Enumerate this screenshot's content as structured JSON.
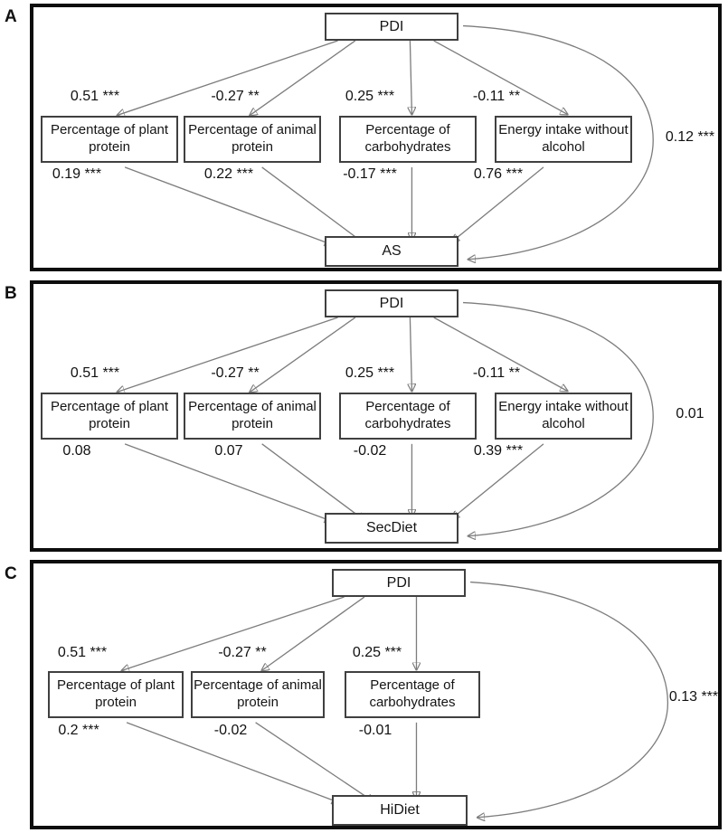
{
  "figure": {
    "panels": [
      {
        "label": "A",
        "predictor": "PDI",
        "outcome": "AS",
        "direct_effect": "0.12 ***",
        "mediators": [
          {
            "label": "Percentage of plant protein",
            "path_from_pdi": "0.51 ***",
            "path_to_outcome": "0.19 ***"
          },
          {
            "label": "Percentage of animal protein",
            "path_from_pdi": "-0.27 **",
            "path_to_outcome": "0.22 ***"
          },
          {
            "label": "Percentage of carbohydrates",
            "path_from_pdi": "0.25 ***",
            "path_to_outcome": "-0.17 ***"
          },
          {
            "label": "Energy intake without alcohol",
            "path_from_pdi": "-0.11 **",
            "path_to_outcome": "0.76 ***"
          }
        ]
      },
      {
        "label": "B",
        "predictor": "PDI",
        "outcome": "SecDiet",
        "direct_effect": "0.01",
        "mediators": [
          {
            "label": "Percentage of plant protein",
            "path_from_pdi": "0.51 ***",
            "path_to_outcome": "0.08"
          },
          {
            "label": "Percentage of animal protein",
            "path_from_pdi": "-0.27 **",
            "path_to_outcome": "0.07"
          },
          {
            "label": "Percentage of carbohydrates",
            "path_from_pdi": "0.25 ***",
            "path_to_outcome": "-0.02"
          },
          {
            "label": "Energy intake without alcohol",
            "path_from_pdi": "-0.11 **",
            "path_to_outcome": "0.39 ***"
          }
        ]
      },
      {
        "label": "C",
        "predictor": "PDI",
        "outcome": "HiDiet",
        "direct_effect": "0.13 ***",
        "mediators": [
          {
            "label": "Percentage of plant protein",
            "path_from_pdi": "0.51 ***",
            "path_to_outcome": "0.2 ***"
          },
          {
            "label": "Percentage of animal protein",
            "path_from_pdi": "-0.27 **",
            "path_to_outcome": "-0.02"
          },
          {
            "label": "Percentage of carbohydrates",
            "path_from_pdi": "0.25 ***",
            "path_to_outcome": "-0.01"
          }
        ]
      }
    ],
    "colors": {
      "background": "#ffffff",
      "frame": "#0d0d0d",
      "box_border": "#404040",
      "arrow_line": "#7d7d7d",
      "arrowhead": "#1a1a1a",
      "text": "#1a1a1a"
    }
  }
}
